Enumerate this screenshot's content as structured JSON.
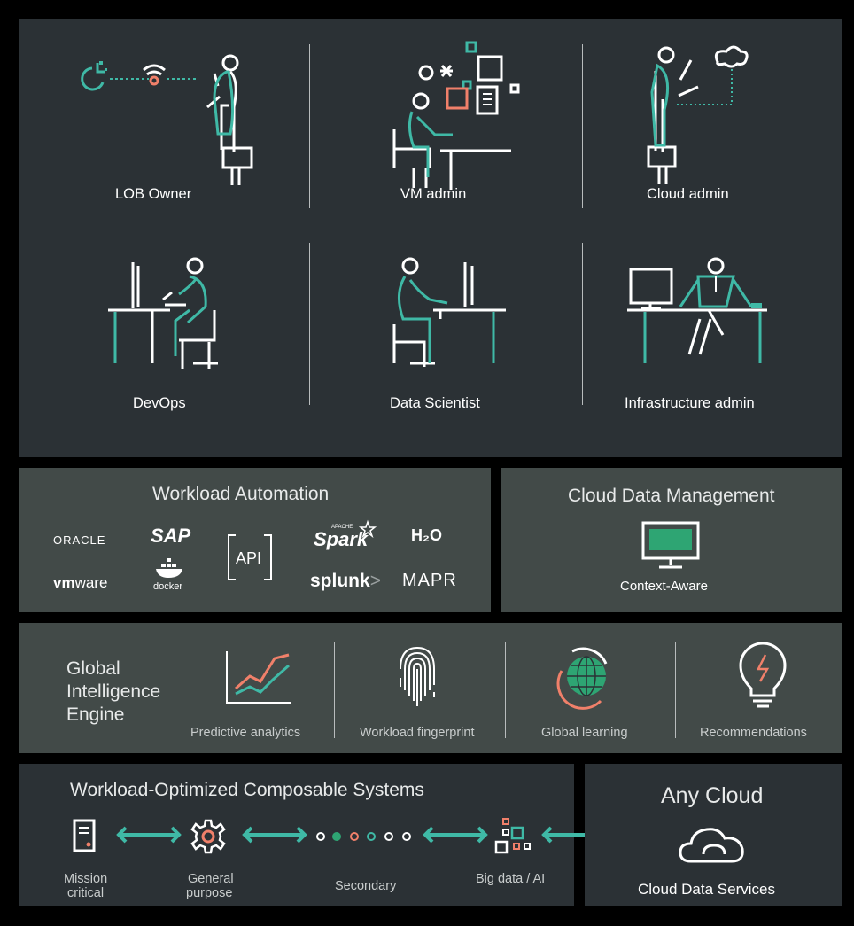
{
  "personas": {
    "lob_owner": "LOB Owner",
    "vm_admin": "VM admin",
    "cloud_admin": "Cloud admin",
    "devops": "DevOps",
    "data_scientist": "Data Scientist",
    "infra_admin": "Infrastructure admin"
  },
  "workload_automation": {
    "title": "Workload Automation",
    "logos": {
      "oracle": "ORACLE",
      "sap": "SAP",
      "api": "API",
      "spark_small": "APACHE",
      "spark": "Spark",
      "h2o": "H₂O",
      "vmware_bold": "vm",
      "vmware_rest": "ware",
      "docker": "docker",
      "splunk": "splunk",
      "splunk_gt": ">",
      "mapr": "MAPR"
    }
  },
  "cloud_data_management": {
    "title": "Cloud Data Management",
    "subtitle": "Context-Aware"
  },
  "global_intelligence": {
    "title_line1": "Global",
    "title_line2": "Intelligence",
    "title_line3": "Engine",
    "items": {
      "predictive": "Predictive analytics",
      "fingerprint": "Workload fingerprint",
      "learning": "Global learning",
      "recommendations": "Recommendations"
    }
  },
  "composable": {
    "title": "Workload-Optimized Composable Systems",
    "items": {
      "mission_1": "Mission",
      "mission_2": "critical",
      "general_1": "General",
      "general_2": "purpose",
      "secondary": "Secondary",
      "bigdata": "Big data / AI"
    }
  },
  "any_cloud": {
    "title": "Any Cloud",
    "subtitle": "Cloud Data Services"
  },
  "colors": {
    "teal": "#3fb9a6",
    "salmon": "#f0806a",
    "green": "#2ea573",
    "dark_panel": "#2b3135",
    "slate_panel": "#424a48"
  }
}
